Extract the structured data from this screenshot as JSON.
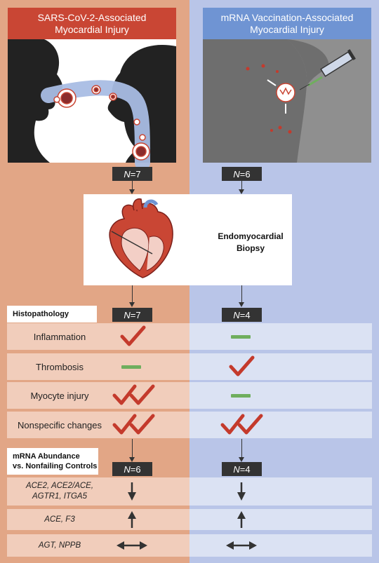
{
  "columns": {
    "left": {
      "title_line1": "SARS-CoV-2-Associated",
      "title_line2": "Myocardial Injury",
      "n_top_prefix": "N",
      "n_top_value": "=7",
      "n_histo_prefix": "N",
      "n_histo_value": "=7",
      "n_mrna_prefix": "N",
      "n_mrna_value": "=6"
    },
    "right": {
      "title_line1": "mRNA Vaccination-Associated",
      "title_line2": "Myocardial Injury",
      "n_top_prefix": "N",
      "n_top_value": "=6",
      "n_histo_prefix": "N",
      "n_histo_value": "=4",
      "n_mrna_prefix": "N",
      "n_mrna_value": "=4"
    }
  },
  "biopsy": {
    "line1": "Endomyocardial",
    "line2": "Biopsy"
  },
  "histopathology": {
    "label": "Histopathology",
    "rows": [
      {
        "label": "Inflammation",
        "left": "check",
        "right": "dash"
      },
      {
        "label": "Thrombosis",
        "left": "dash",
        "right": "check"
      },
      {
        "label": "Myocyte injury",
        "left": "double-check",
        "right": "dash"
      },
      {
        "label": "Nonspecific changes",
        "left": "double-check",
        "right": "double-check"
      }
    ]
  },
  "mrna": {
    "label_line1": "mRNA Abundance",
    "label_line2": "vs. Nonfailing Controls",
    "rows": [
      {
        "line1": "ACE2, ACE2/ACE,",
        "line2": "AGTR1, ITGA5",
        "left": "down",
        "right": "down"
      },
      {
        "line1": "ACE, F3",
        "line2": "",
        "left": "up",
        "right": "up"
      },
      {
        "line1": "AGT, NPPB",
        "line2": "",
        "left": "no-change",
        "right": "no-change"
      }
    ]
  },
  "colors": {
    "left_column": "#e2a686",
    "right_column": "#b9c5e8",
    "left_header": "#c94634",
    "right_header": "#6f94d3",
    "check": "#c43a2c",
    "dash": "#6fae5e"
  }
}
